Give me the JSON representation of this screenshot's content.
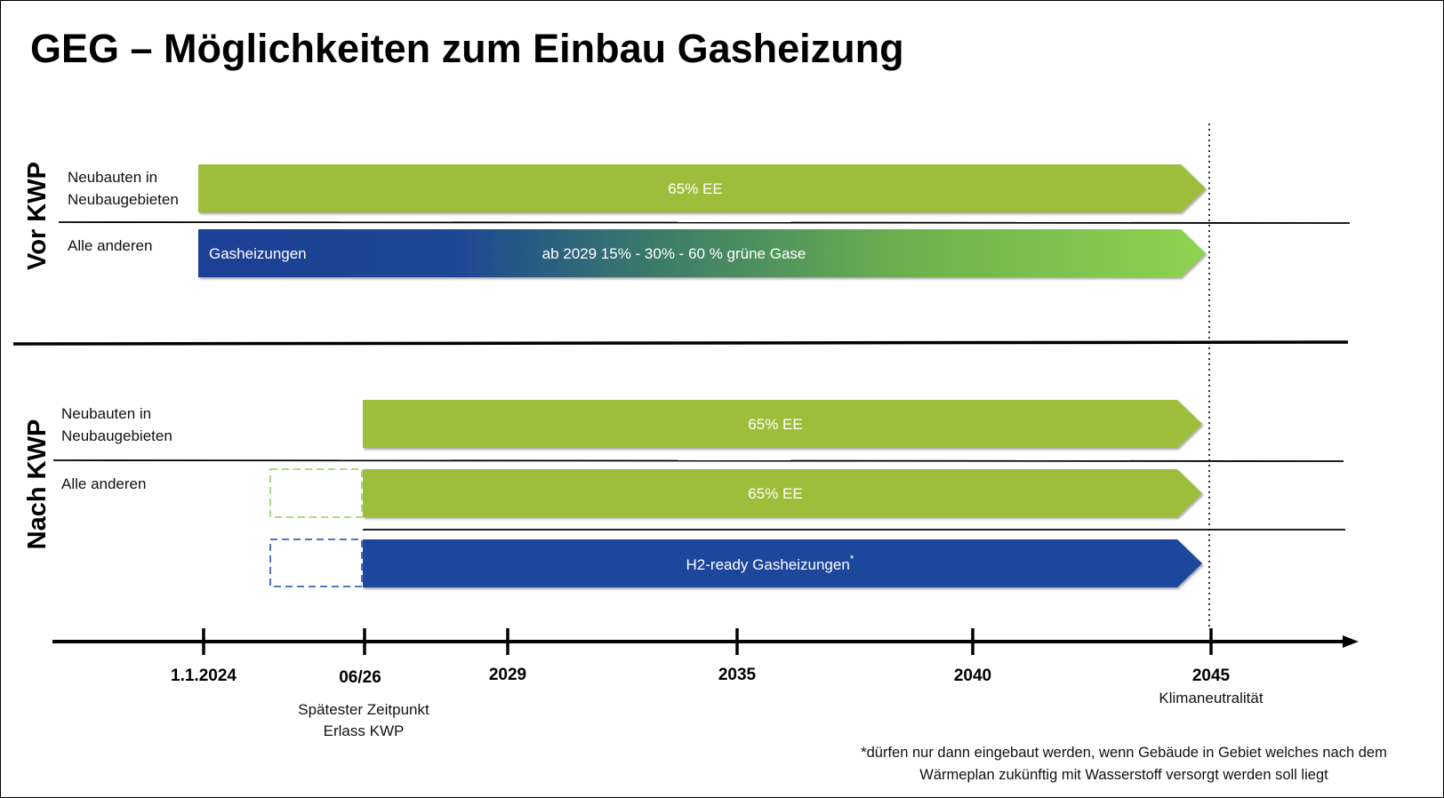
{
  "title": "GEG – Möglichkeiten zum Einbau Gasheizung",
  "sections": {
    "vor": {
      "label": "Vor KWP",
      "rows": {
        "neubau": "Neubauten in Neubaugebieten",
        "neubau_line1": "Neubauten in",
        "neubau_line2": "Neubaugebieten",
        "andere": "Alle anderen"
      },
      "bars": {
        "neubau": "65% EE",
        "gas_left": "Gasheizungen",
        "gas_center": "ab 2029 15% - 30% - 60 % grüne Gase"
      }
    },
    "nach": {
      "label": "Nach KWP",
      "rows": {
        "neubau_line1": "Neubauten in",
        "neubau_line2": "Neubaugebieten",
        "andere": "Alle anderen"
      },
      "bars": {
        "neubau": "65% EE",
        "andere_ee": "65% EE",
        "h2": "H2-ready Gasheizungen",
        "h2_mark": "*"
      }
    }
  },
  "timeline": {
    "ticks": [
      {
        "label": "1.1.2024"
      },
      {
        "label": "06/26",
        "sub1": "Spätester Zeitpunkt",
        "sub2": "Erlass KWP"
      },
      {
        "label": "2029"
      },
      {
        "label": "2035"
      },
      {
        "label": "2040"
      },
      {
        "label": "2045",
        "sub1": "Klimaneutralität"
      }
    ]
  },
  "footnote": {
    "line1": "*dürfen nur dann eingebaut werden, wenn Gebäude in Gebiet welches nach dem",
    "line2": "Wärmeplan zukünftig mit Wasserstoff versorgt werden soll liegt"
  },
  "colors": {
    "green": "#9dbe3a",
    "blue": "#1a479c",
    "gradient_start": "#1a3f95",
    "gradient_end": "#8ed34f",
    "dashed_green": "#a6d27a",
    "dashed_blue": "#3b63b5"
  }
}
